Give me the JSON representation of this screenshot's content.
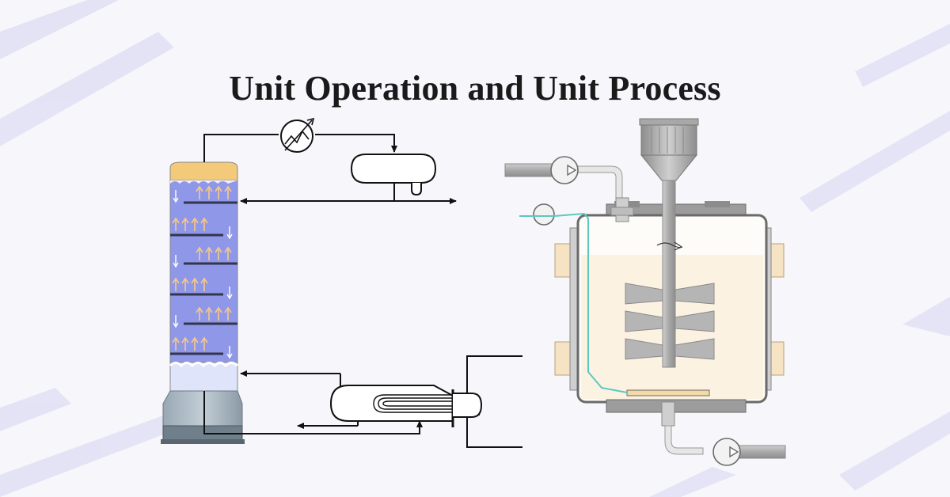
{
  "title": "Unit Operation and Unit Process",
  "colors": {
    "background": "#f7f7fb",
    "accent_stripes": "#dcdcf3",
    "column_liquid": "#8f97e8",
    "column_top": "#f3c97a",
    "vapor_arrows": "#f6c88a",
    "column_base": "#8a9ca8",
    "reactor_body": "#fcf2e2",
    "reactor_frame": "#7a7a7a",
    "jacket_pads": "#f6e3c4",
    "impeller": "#b0b0b0",
    "coil": "#5cc8c0"
  },
  "icons": [
    "distillation-column",
    "condenser-heat-exchanger",
    "reflux-drum",
    "kettle-reboiler",
    "stirred-tank-reactor",
    "feed-hopper",
    "agitator-impeller",
    "centrifugal-pump",
    "flow-arrow"
  ]
}
